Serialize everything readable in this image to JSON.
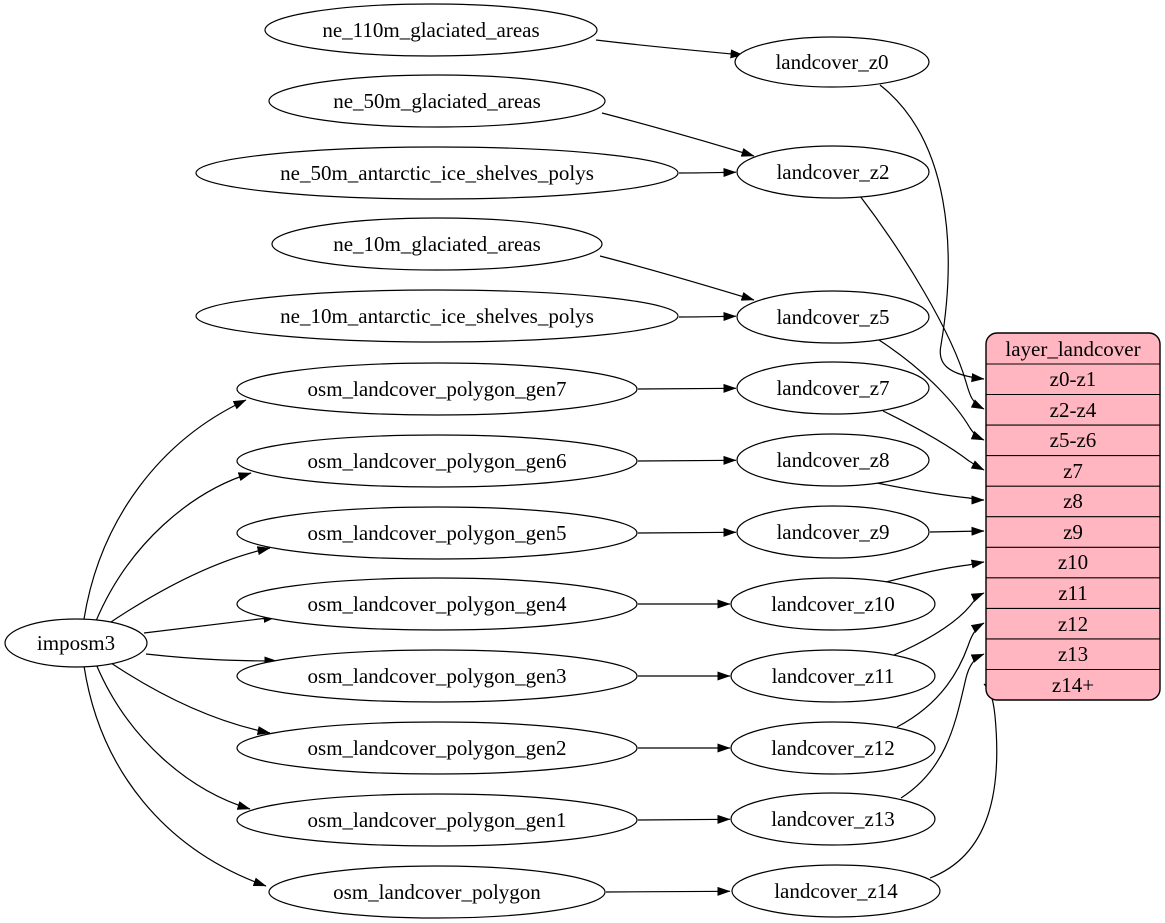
{
  "diagram": {
    "background_color": "#ffffff",
    "node_fill_color": "#ffffff",
    "line_color": "#000000",
    "nodes": {
      "imposm3": "imposm3",
      "ne_110m_glaciated_areas": "ne_110m_glaciated_areas",
      "ne_50m_glaciated_areas": "ne_50m_glaciated_areas",
      "ne_50m_antarctic_ice_shelves_polys": "ne_50m_antarctic_ice_shelves_polys",
      "ne_10m_glaciated_areas": "ne_10m_glaciated_areas",
      "ne_10m_antarctic_ice_shelves_polys": "ne_10m_antarctic_ice_shelves_polys",
      "osm_landcover_polygon_gen7": "osm_landcover_polygon_gen7",
      "osm_landcover_polygon_gen6": "osm_landcover_polygon_gen6",
      "osm_landcover_polygon_gen5": "osm_landcover_polygon_gen5",
      "osm_landcover_polygon_gen4": "osm_landcover_polygon_gen4",
      "osm_landcover_polygon_gen3": "osm_landcover_polygon_gen3",
      "osm_landcover_polygon_gen2": "osm_landcover_polygon_gen2",
      "osm_landcover_polygon_gen1": "osm_landcover_polygon_gen1",
      "osm_landcover_polygon": "osm_landcover_polygon",
      "landcover_z0": "landcover_z0",
      "landcover_z2": "landcover_z2",
      "landcover_z5": "landcover_z5",
      "landcover_z7": "landcover_z7",
      "landcover_z8": "landcover_z8",
      "landcover_z9": "landcover_z9",
      "landcover_z10": "landcover_z10",
      "landcover_z11": "landcover_z11",
      "landcover_z12": "landcover_z12",
      "landcover_z13": "landcover_z13",
      "landcover_z14": "landcover_z14"
    },
    "record": {
      "title": "layer_landcover",
      "fill": "#ffb6c1",
      "rows": [
        "z0-z1",
        "z2-z4",
        "z5-z6",
        "z7",
        "z8",
        "z9",
        "z10",
        "z11",
        "z12",
        "z13",
        "z14+"
      ]
    },
    "edges": [
      {
        "from": "ne_110m_glaciated_areas",
        "to": "landcover_z0"
      },
      {
        "from": "ne_50m_glaciated_areas",
        "to": "landcover_z2"
      },
      {
        "from": "ne_50m_antarctic_ice_shelves_polys",
        "to": "landcover_z2"
      },
      {
        "from": "ne_10m_glaciated_areas",
        "to": "landcover_z5"
      },
      {
        "from": "ne_10m_antarctic_ice_shelves_polys",
        "to": "landcover_z5"
      },
      {
        "from": "imposm3",
        "to": "osm_landcover_polygon_gen7"
      },
      {
        "from": "imposm3",
        "to": "osm_landcover_polygon_gen6"
      },
      {
        "from": "imposm3",
        "to": "osm_landcover_polygon_gen5"
      },
      {
        "from": "imposm3",
        "to": "osm_landcover_polygon_gen4"
      },
      {
        "from": "imposm3",
        "to": "osm_landcover_polygon_gen3"
      },
      {
        "from": "imposm3",
        "to": "osm_landcover_polygon_gen2"
      },
      {
        "from": "imposm3",
        "to": "osm_landcover_polygon_gen1"
      },
      {
        "from": "imposm3",
        "to": "osm_landcover_polygon"
      },
      {
        "from": "osm_landcover_polygon_gen7",
        "to": "landcover_z7"
      },
      {
        "from": "osm_landcover_polygon_gen6",
        "to": "landcover_z8"
      },
      {
        "from": "osm_landcover_polygon_gen5",
        "to": "landcover_z9"
      },
      {
        "from": "osm_landcover_polygon_gen4",
        "to": "landcover_z10"
      },
      {
        "from": "osm_landcover_polygon_gen3",
        "to": "landcover_z11"
      },
      {
        "from": "osm_landcover_polygon_gen2",
        "to": "landcover_z12"
      },
      {
        "from": "osm_landcover_polygon_gen1",
        "to": "landcover_z13"
      },
      {
        "from": "osm_landcover_polygon",
        "to": "landcover_z14"
      },
      {
        "from": "landcover_z0",
        "to": "layer_landcover:z0-z1"
      },
      {
        "from": "landcover_z2",
        "to": "layer_landcover:z2-z4"
      },
      {
        "from": "landcover_z5",
        "to": "layer_landcover:z5-z6"
      },
      {
        "from": "landcover_z7",
        "to": "layer_landcover:z7"
      },
      {
        "from": "landcover_z8",
        "to": "layer_landcover:z8"
      },
      {
        "from": "landcover_z9",
        "to": "layer_landcover:z9"
      },
      {
        "from": "landcover_z10",
        "to": "layer_landcover:z10"
      },
      {
        "from": "landcover_z11",
        "to": "layer_landcover:z11"
      },
      {
        "from": "landcover_z12",
        "to": "layer_landcover:z12"
      },
      {
        "from": "landcover_z13",
        "to": "layer_landcover:z13"
      },
      {
        "from": "landcover_z14",
        "to": "layer_landcover:z14+"
      }
    ]
  }
}
